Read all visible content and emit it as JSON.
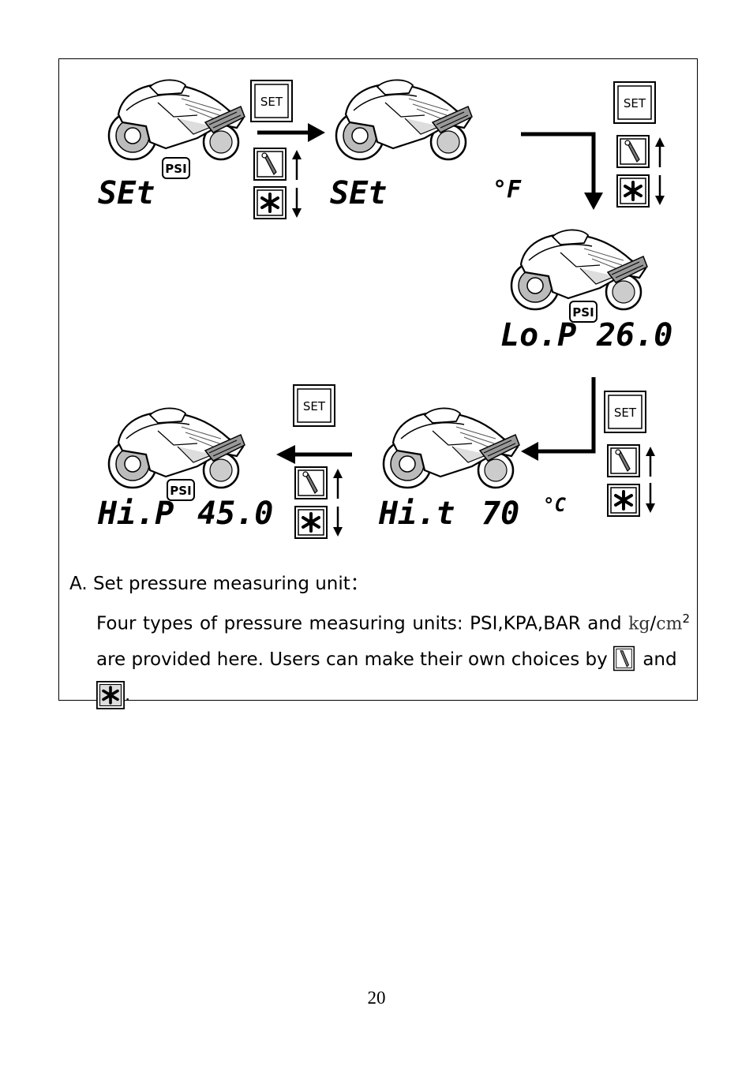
{
  "diagram": {
    "set_label": "SET",
    "psi_label": "PSI",
    "screens": [
      {
        "id": "set-psi",
        "text": "SEt",
        "unit_badge": "PSI"
      },
      {
        "id": "set-temp",
        "text": "SEt",
        "unit_label": "°F"
      },
      {
        "id": "low-pressure",
        "text": "Lo.P",
        "unit_badge": "PSI",
        "value": "26.0"
      },
      {
        "id": "high-temp",
        "text": "Hi.t",
        "value": "70",
        "unit_label": "°C"
      },
      {
        "id": "high-pressure",
        "text": "Hi.P",
        "unit_badge": "PSI",
        "value": "45.0"
      }
    ]
  },
  "section": {
    "heading": "A.  Set pressure measuring unit：",
    "para_before_unit": "Four types of pressure measuring units: PSI,KPA,BAR and ",
    "unit_kg": "kg",
    "unit_slash": "/",
    "unit_cm": "cm",
    "unit_exp": "2",
    "para_middle": " are provided here. Users can make their own choices by ",
    "para_and": " and",
    "para_end": "."
  },
  "page_number": "20",
  "icons": [
    "wrench-icon",
    "snowflake-icon",
    "arrow-up-icon",
    "arrow-down-icon",
    "motorcycle-icon"
  ]
}
